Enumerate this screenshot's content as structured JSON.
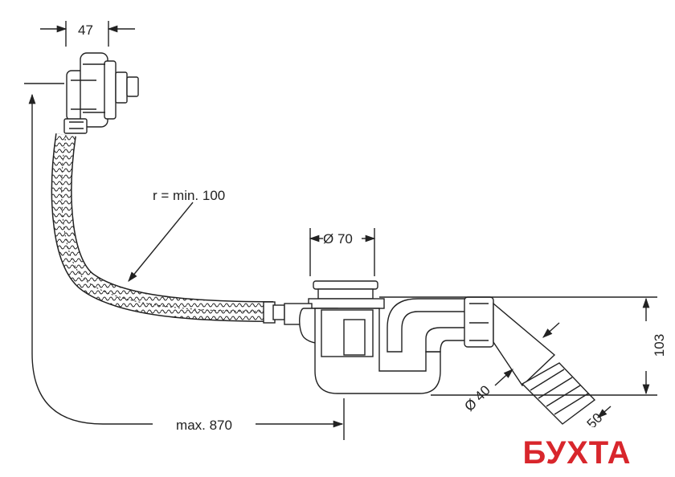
{
  "dimensions": {
    "overflow_width": "47",
    "bend_radius": "r = min. 100",
    "waste_diameter": "Ø 70",
    "trap_height": "103",
    "outlet_diameter": "Ø 40",
    "outlet_partial": "50",
    "max_length": "max. 870"
  },
  "watermark": {
    "text": "БУХТА",
    "color": "#d8262c"
  },
  "colors": {
    "line": "#222222",
    "background": "#ffffff"
  }
}
